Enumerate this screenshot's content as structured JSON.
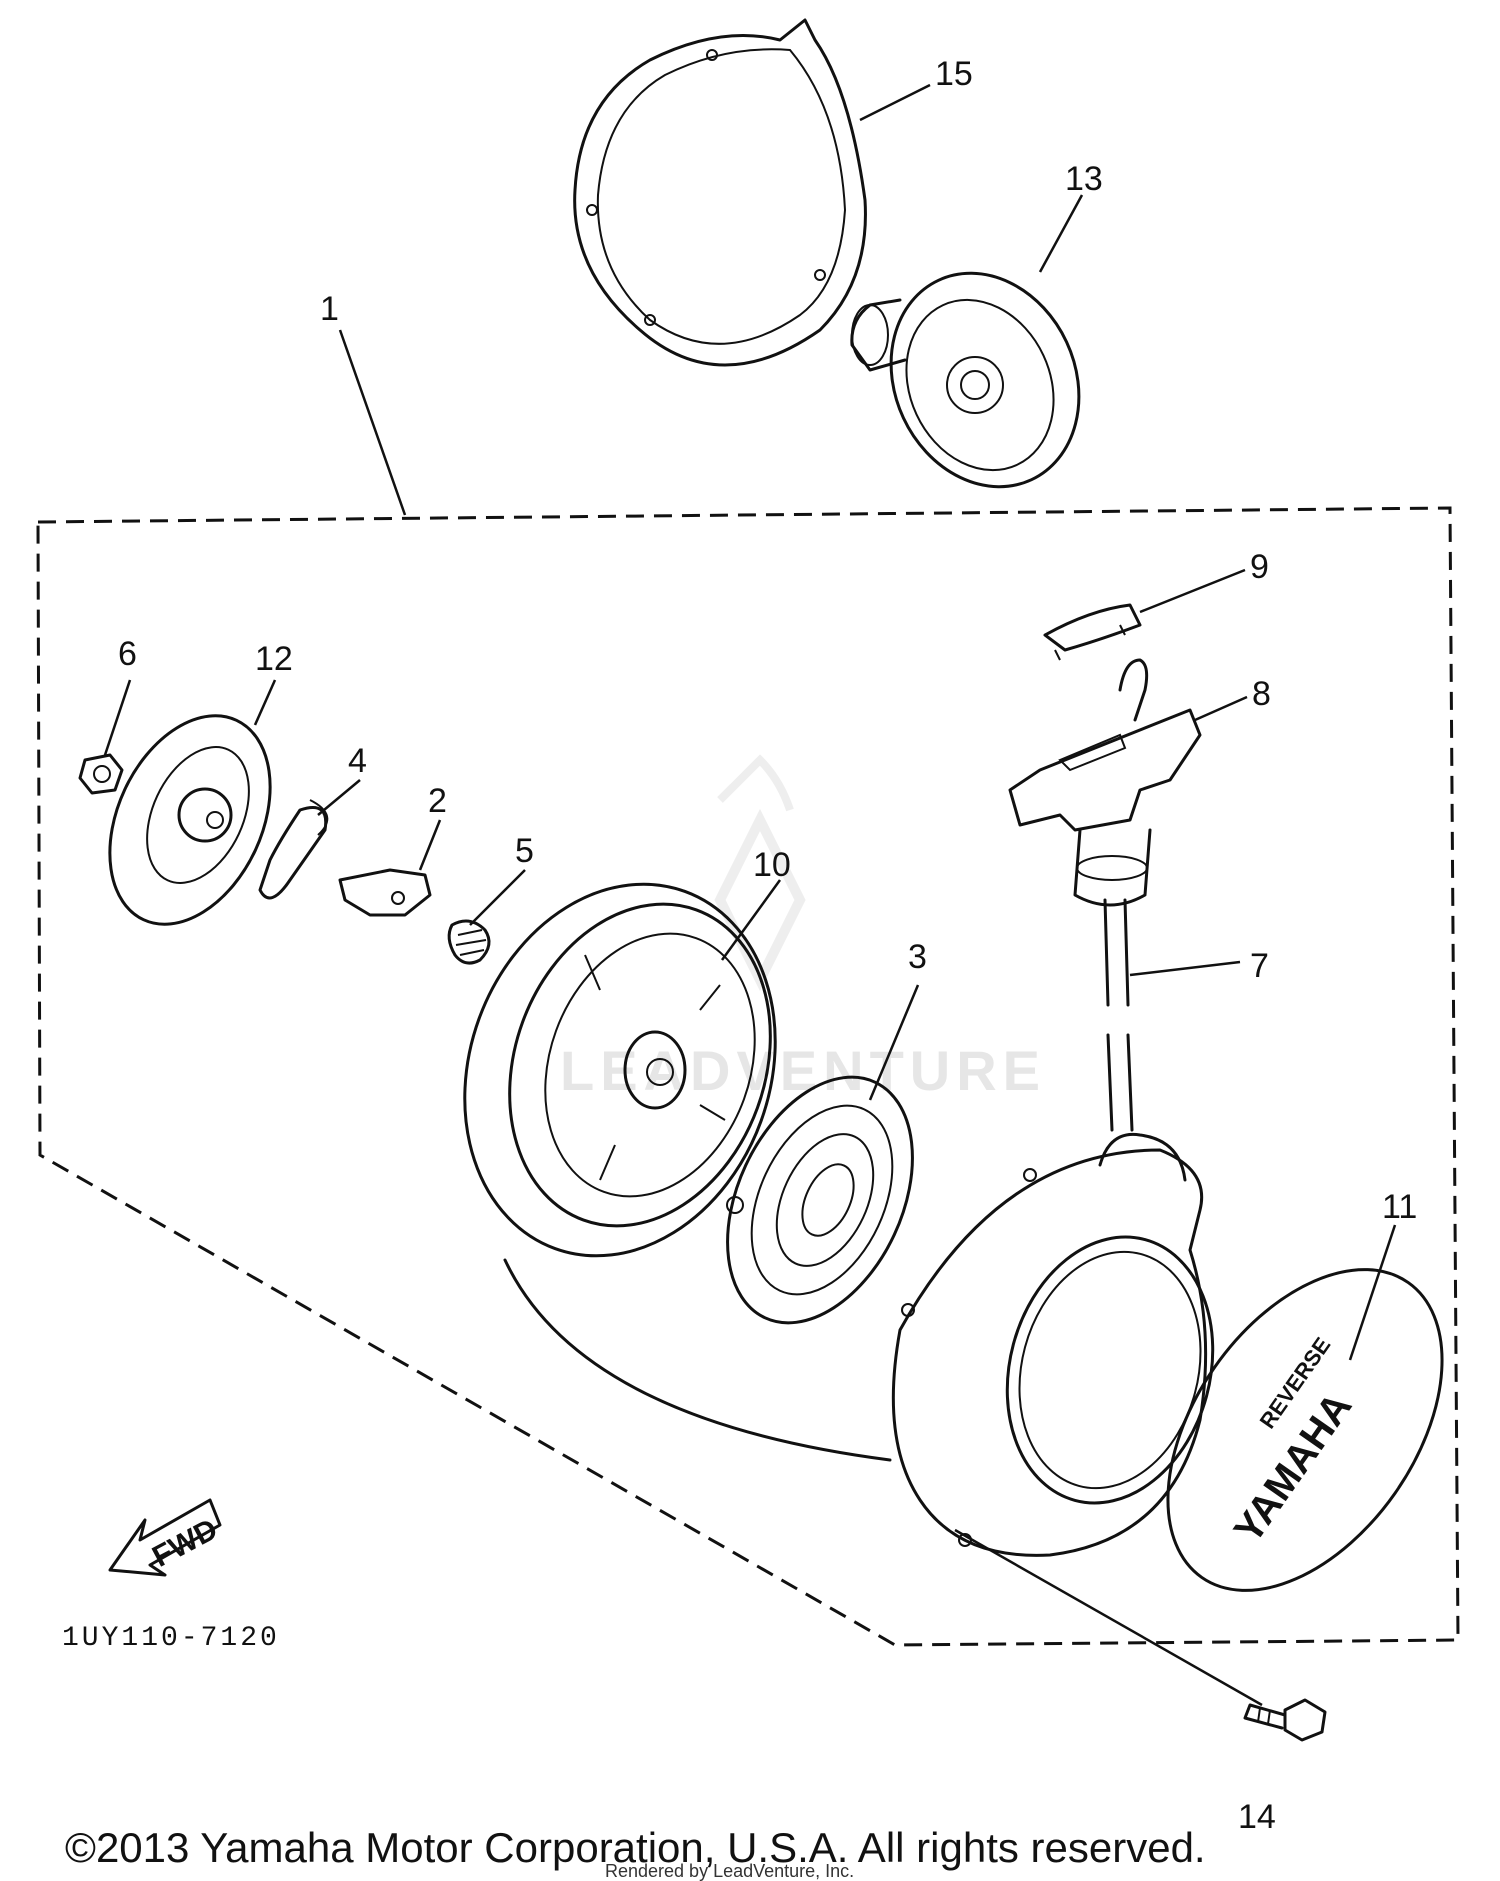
{
  "callouts": [
    {
      "id": "1",
      "label": "1"
    },
    {
      "id": "2",
      "label": "2"
    },
    {
      "id": "3",
      "label": "3"
    },
    {
      "id": "4",
      "label": "4"
    },
    {
      "id": "5",
      "label": "5"
    },
    {
      "id": "6",
      "label": "6"
    },
    {
      "id": "7",
      "label": "7"
    },
    {
      "id": "8",
      "label": "8"
    },
    {
      "id": "9",
      "label": "9"
    },
    {
      "id": "10",
      "label": "10"
    },
    {
      "id": "11",
      "label": "11"
    },
    {
      "id": "12",
      "label": "12"
    },
    {
      "id": "13",
      "label": "13"
    },
    {
      "id": "14",
      "label": "14"
    },
    {
      "id": "15",
      "label": "15"
    }
  ],
  "direction_arrow": {
    "label": "FWD"
  },
  "diagram_code": "1UY110-7120",
  "emblem": {
    "brand": "YAMAHA",
    "model": "REVERSE"
  },
  "watermark": {
    "text": "LEADVENTURE"
  },
  "copyright": "©2013 Yamaha Motor Corporation, U.S.A. All rights reserved.",
  "render_credit": "Rendered by LeadVenture, Inc."
}
